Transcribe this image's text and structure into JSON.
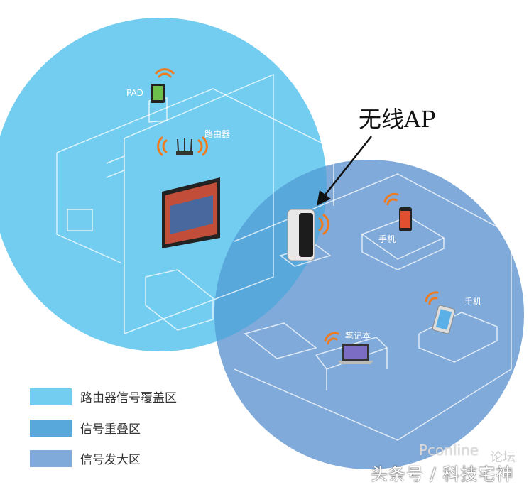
{
  "title": "无线AP",
  "colors": {
    "router_zone": "#72cdf0",
    "overlap_zone": "#58a8dc",
    "extended_zone": "#80aad9",
    "signal": "#f07a1e"
  },
  "devices": {
    "pad": "PAD",
    "router": "路由器",
    "phone_bedroom": "手机",
    "phone_living": "手机",
    "laptop": "笔记本"
  },
  "legend": [
    {
      "label": "路由器信号覆盖区",
      "color": "#72cdf0"
    },
    {
      "label": "信号重叠区",
      "color": "#58a8dc"
    },
    {
      "label": "信号发大区",
      "color": "#80aad9"
    }
  ],
  "watermark": {
    "main": "头条号 / 科技宅神",
    "logo": "Pconline",
    "forum": "论坛"
  }
}
